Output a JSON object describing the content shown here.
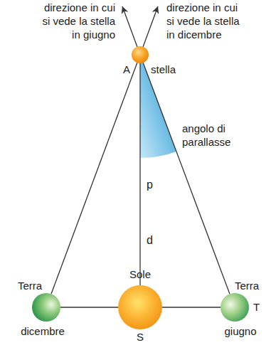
{
  "diagram": {
    "nodes": [
      {
        "text": [
          "A",
          "stella"
        ]
      },
      {
        "text": [
          "Terra",
          "dicembre"
        ]
      },
      {
        "text": [
          "Sole",
          "S"
        ]
      },
      {
        "text": [
          "Terra",
          "T",
          "giugno"
        ]
      }
    ],
    "edges": [
      {
        "from": 0,
        "to": 1,
        "arrow": "none"
      },
      {
        "from": 0,
        "to": 2,
        "label": "d",
        "arrow": "none"
      },
      {
        "from": 0,
        "to": 3,
        "arrow": "none"
      },
      {
        "from": 1,
        "to": 2,
        "arrow": "none"
      },
      {
        "from": 2,
        "to": 3,
        "arrow": "none"
      }
    ],
    "labels": [
      "direzione in cui si vede la stella in giugno",
      "direzione in cui si vede la stella in dicembre",
      "angolo di parallasse",
      "p"
    ]
  }
}
